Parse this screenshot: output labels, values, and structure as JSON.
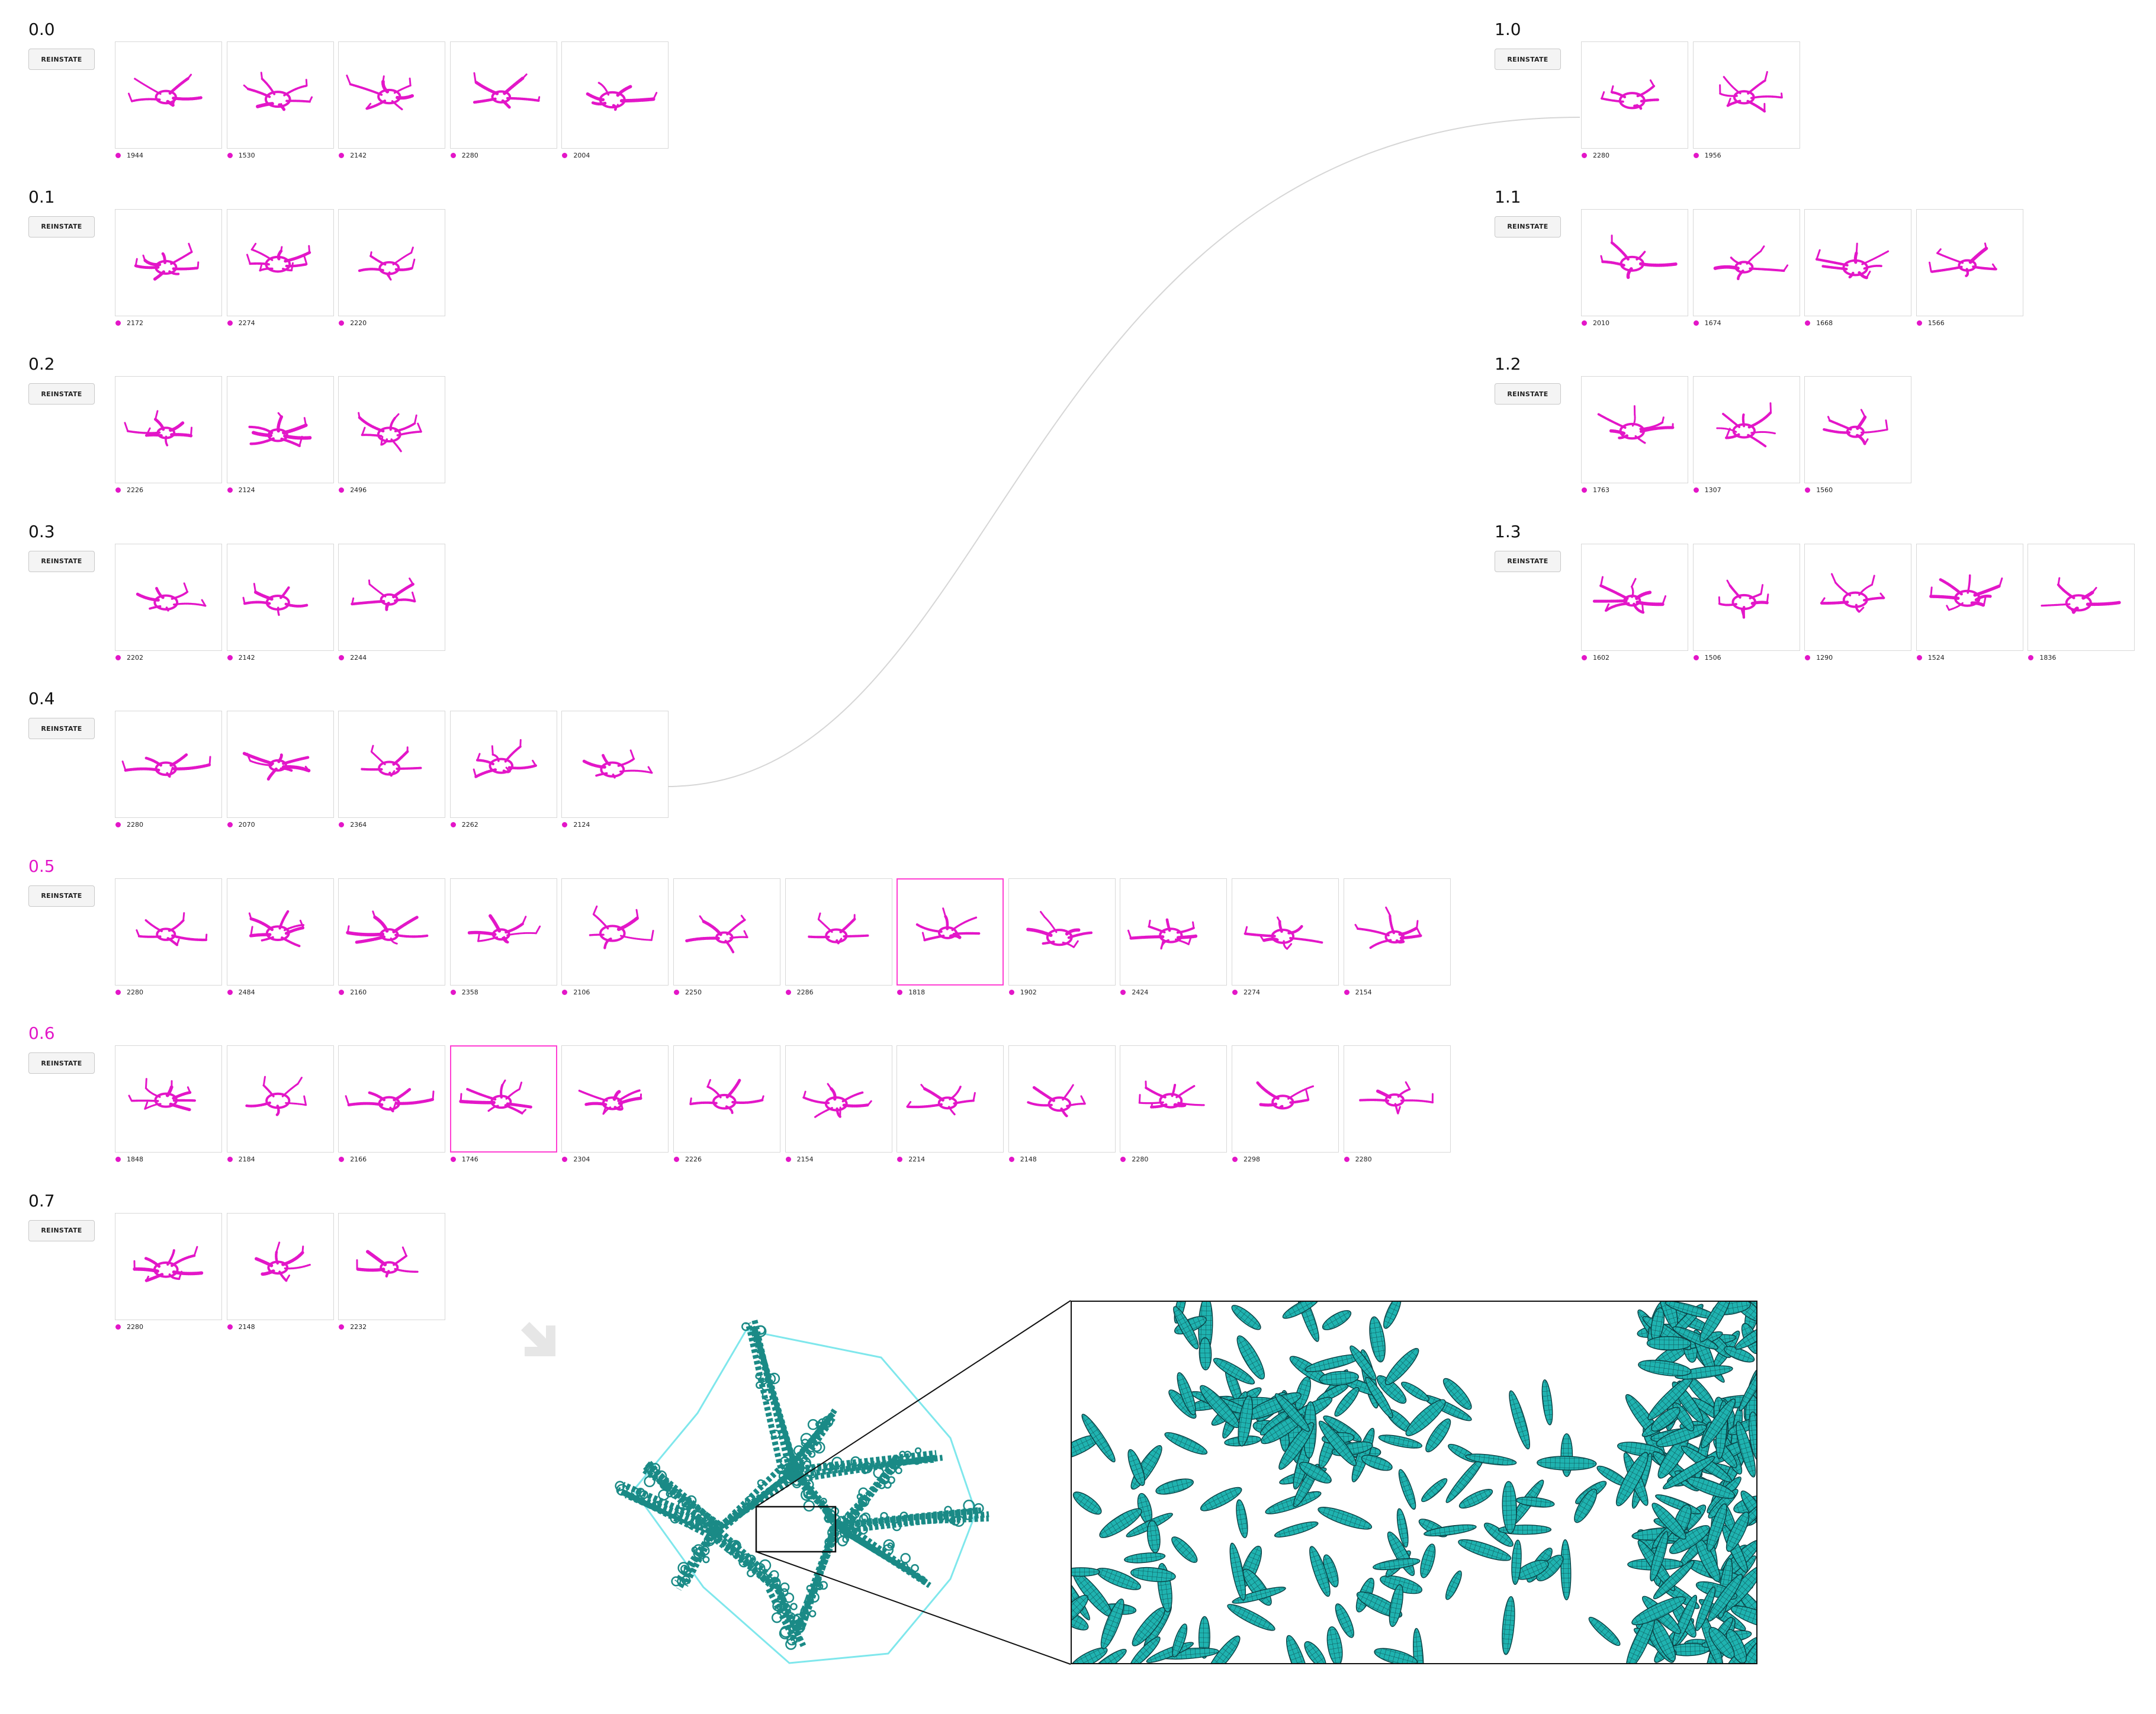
{
  "accent_color": "#e316c8",
  "selection_color": "#ff3fd2",
  "reinstate_label": "REINSTATE",
  "columns": [
    {
      "generations": [
        {
          "label": "0.0",
          "highlighted": false,
          "counts": [
            "1944",
            "1530",
            "2142",
            "2280",
            "2004"
          ],
          "selected_index": null
        },
        {
          "label": "0.1",
          "highlighted": false,
          "counts": [
            "2172",
            "2274",
            "2220"
          ],
          "selected_index": null
        },
        {
          "label": "0.2",
          "highlighted": false,
          "counts": [
            "2226",
            "2124",
            "2496"
          ],
          "selected_index": null
        },
        {
          "label": "0.3",
          "highlighted": false,
          "counts": [
            "2202",
            "2142",
            "2244"
          ],
          "selected_index": null
        },
        {
          "label": "0.4",
          "highlighted": false,
          "counts": [
            "2280",
            "2070",
            "2364",
            "2262",
            "2124"
          ],
          "selected_index": null
        },
        {
          "label": "0.5",
          "highlighted": true,
          "counts": [
            "2280",
            "2484",
            "2160",
            "2358",
            "2106",
            "2250",
            "2286",
            "1818",
            "1902",
            "2424",
            "2274",
            "2154"
          ],
          "selected_index": 7
        },
        {
          "label": "0.6",
          "highlighted": true,
          "counts": [
            "1848",
            "2184",
            "2166",
            "1746",
            "2304",
            "2226",
            "2154",
            "2214",
            "2148",
            "2280",
            "2298",
            "2280"
          ],
          "selected_index": 3
        },
        {
          "label": "0.7",
          "highlighted": false,
          "counts": [
            "2280",
            "2148",
            "2232"
          ],
          "selected_index": null
        }
      ]
    },
    {
      "generations": [
        {
          "label": "1.0",
          "highlighted": false,
          "counts": [
            "2280",
            "1956"
          ],
          "selected_index": null
        },
        {
          "label": "1.1",
          "highlighted": false,
          "counts": [
            "2010",
            "1674",
            "1668",
            "1566"
          ],
          "selected_index": null
        },
        {
          "label": "1.2",
          "highlighted": false,
          "counts": [
            "1763",
            "1307",
            "1560"
          ],
          "selected_index": null
        },
        {
          "label": "1.3",
          "highlighted": false,
          "counts": [
            "1602",
            "1506",
            "1290",
            "1524",
            "1836"
          ],
          "selected_index": null
        }
      ]
    }
  ],
  "icons": {
    "arrow": "arrow-down-right-icon"
  },
  "mesh_colors": {
    "mesh": "#1a8a86",
    "hull": "#7fe7ec",
    "ellipsoid_fill": "#1fb3b0",
    "ellipsoid_grid": "#0d4f52"
  }
}
